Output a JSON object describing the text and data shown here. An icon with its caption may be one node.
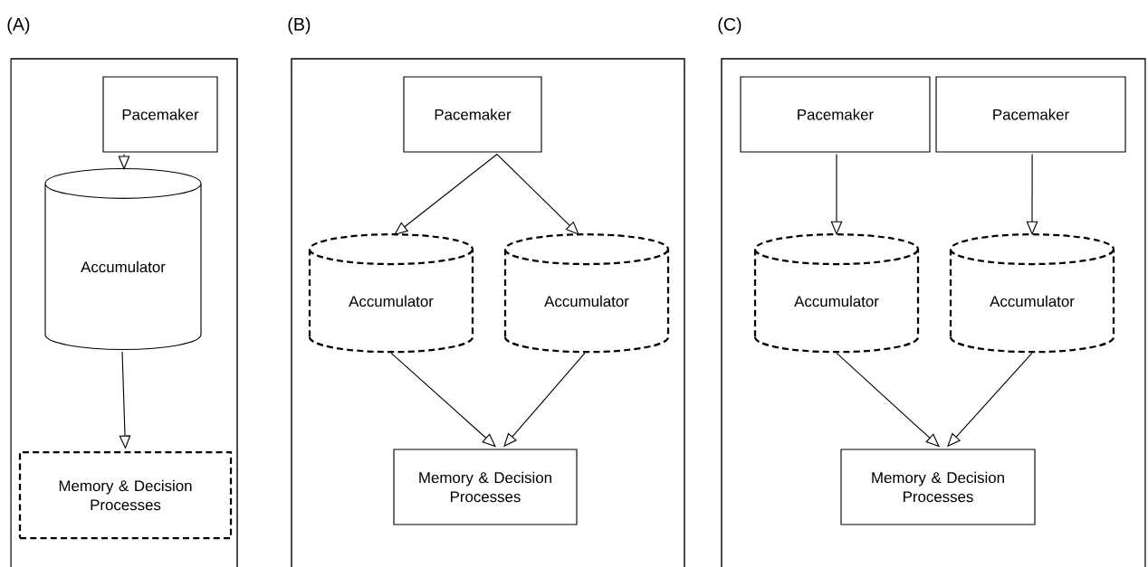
{
  "diagram": {
    "nodes": [
      {
        "text": [
          "(A)"
        ]
      },
      {
        "text": [
          "Pacemaker"
        ],
        "in": 0
      },
      {
        "text": [
          "Accumulator"
        ],
        "in": 0
      },
      {
        "text": [
          "Memory & Decision Processes"
        ],
        "in": 0
      },
      {
        "text": [
          "(B)"
        ]
      },
      {
        "text": [
          "Pacemaker"
        ],
        "in": 4
      },
      {
        "text": [
          "Accumulator"
        ],
        "in": 4
      },
      {
        "text": [
          "Accumulator"
        ],
        "in": 4
      },
      {
        "text": [
          "Memory & Decision Processes"
        ],
        "in": 4
      },
      {
        "text": [
          "(C)"
        ]
      },
      {
        "text": [
          "Pacemaker"
        ],
        "in": 9
      },
      {
        "text": [
          "Pacemaker"
        ],
        "in": 9
      },
      {
        "text": [
          "Accumulator"
        ],
        "in": 9
      },
      {
        "text": [
          "Accumulator"
        ],
        "in": 9
      },
      {
        "text": [
          "Memory & Decision Processes"
        ],
        "in": 9
      }
    ],
    "edges": [
      {
        "from": 1,
        "to": 2,
        "arrow": "to"
      },
      {
        "from": 2,
        "to": 3,
        "arrow": "to"
      },
      {
        "from": 5,
        "to": 6,
        "arrow": "to"
      },
      {
        "from": 5,
        "to": 7,
        "arrow": "to"
      },
      {
        "from": 6,
        "to": 8,
        "arrow": "to"
      },
      {
        "from": 7,
        "to": 8,
        "arrow": "to"
      },
      {
        "from": 10,
        "to": 12,
        "arrow": "to"
      },
      {
        "from": 11,
        "to": 13,
        "arrow": "to"
      },
      {
        "from": 12,
        "to": 14,
        "arrow": "to"
      },
      {
        "from": 13,
        "to": 14,
        "arrow": "to"
      }
    ]
  }
}
